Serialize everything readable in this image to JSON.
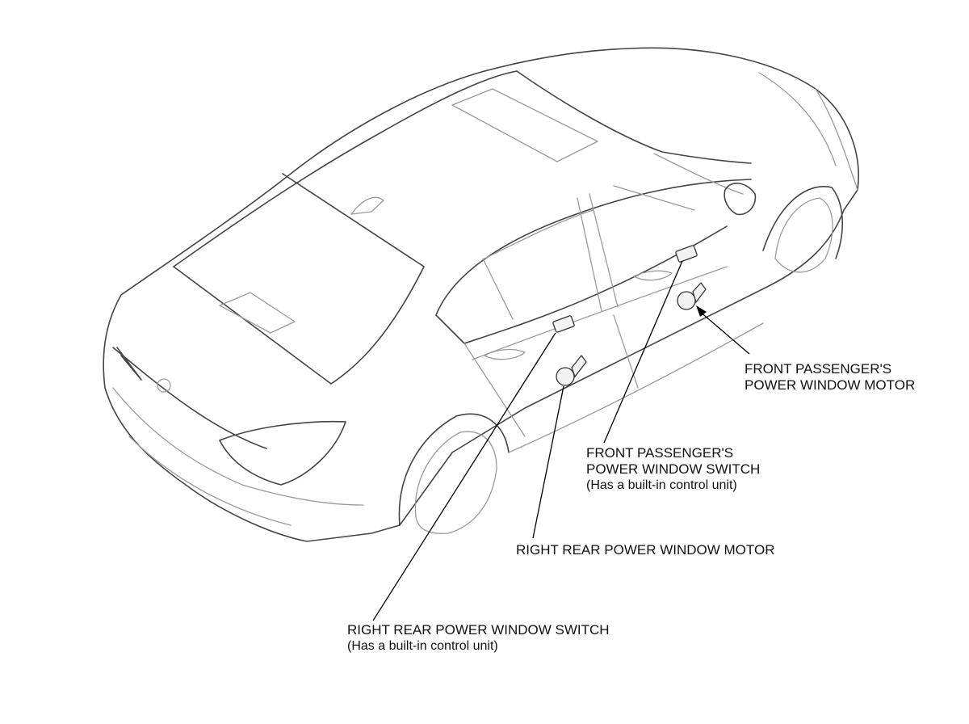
{
  "callouts": {
    "front_motor": {
      "line1": "FRONT PASSENGER'S",
      "line2": "POWER WINDOW MOTOR"
    },
    "front_switch": {
      "line1": "FRONT PASSENGER'S",
      "line2": "POWER WINDOW SWITCH",
      "note": "(Has a built-in control unit)"
    },
    "rear_motor": {
      "line1": "RIGHT REAR POWER WINDOW MOTOR"
    },
    "rear_switch": {
      "line1": "RIGHT REAR POWER WINDOW SWITCH",
      "note": "(Has a built-in control unit)"
    }
  },
  "colors": {
    "outline": "#444444",
    "detail": "#9a9a9a",
    "leader": "#000000",
    "background": "#ffffff"
  }
}
